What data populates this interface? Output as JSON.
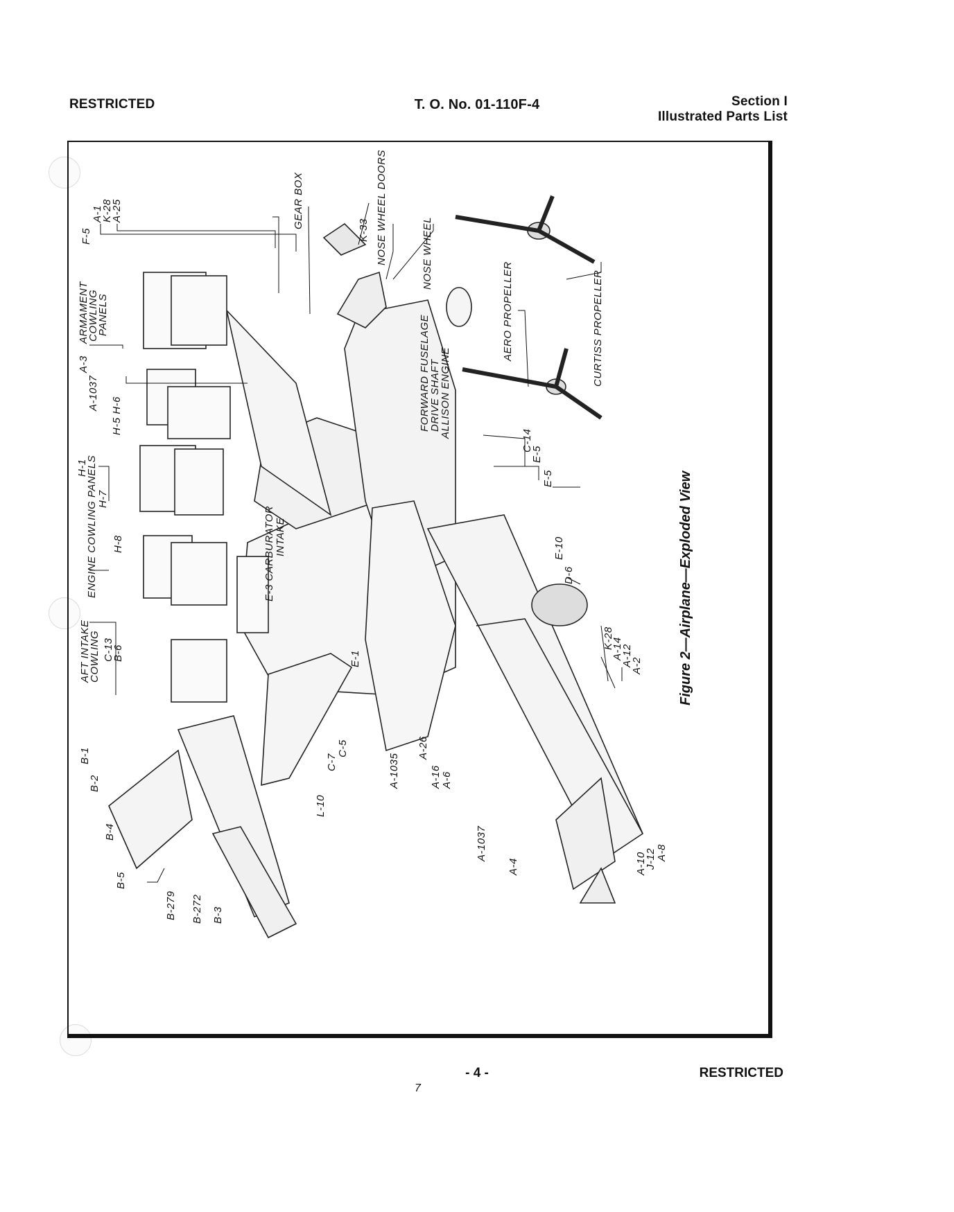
{
  "header": {
    "left": "RESTRICTED",
    "center": "T. O. No. 01-110F-4",
    "right_line1": "Section I",
    "right_line2": "Illustrated Parts List"
  },
  "figure": {
    "caption": "Figure 2—Airplane—Exploded View",
    "labels": {
      "f5": "F-5",
      "a1": "A-1",
      "k28_top": "K-28",
      "a25": "A-25",
      "gear_box": "GEAR BOX",
      "k33": "K-33",
      "nose_wheel_doors": "NOSE WHEEL DOORS",
      "nose_wheel": "NOSE WHEEL",
      "aero_propeller": "AERO PROPELLER",
      "curtiss_propeller": "CURTISS PROPELLER",
      "armament_1": "ARMAMENT",
      "armament_2": "COWLING",
      "armament_3": "PANELS",
      "a3": "A-3",
      "a1037_top": "A-1037",
      "h5h6": "H-5 H-6",
      "h1": "H-1",
      "engine_cowling_panels": "ENGINE COWLING PANELS",
      "h7": "H-7",
      "h8": "H-8",
      "carburator": "E-3 CARBURATOR",
      "intake": "INTAKE",
      "forward_fuselage": "FORWARD FUSELAGE",
      "drive_shaft": "DRIVE SHAFT",
      "allison_engine": "ALLISON ENGINE",
      "c14": "C-14",
      "e5_a": "E-5",
      "e5_b": "E-5",
      "e10": "E-10",
      "d6": "D-6",
      "aft_intake_1": "AFT INTAKE",
      "aft_intake_2": "COWLING",
      "c13": "C-13",
      "b6": "B-6",
      "e1": "E-1",
      "k28_low": "K-28",
      "a14": "A-14",
      "a12": "A-12",
      "a2": "A-2",
      "b1": "B-1",
      "b2": "B-2",
      "b4": "B-4",
      "b5": "B-5",
      "b279": "B-279",
      "b272": "B-272",
      "b3": "B-3",
      "l10": "L-10",
      "c7": "C-7",
      "c5": "C-5",
      "a1035": "A-1035",
      "a26": "A-26",
      "a16": "A-16",
      "a6": "A-6",
      "a1037_low": "A-1037",
      "a4": "A-4",
      "a10": "A-10",
      "j12": "J-12",
      "a8": "A-8"
    }
  },
  "footer": {
    "page_number": "- 4 -",
    "page_mark": "7",
    "right": "RESTRICTED"
  }
}
